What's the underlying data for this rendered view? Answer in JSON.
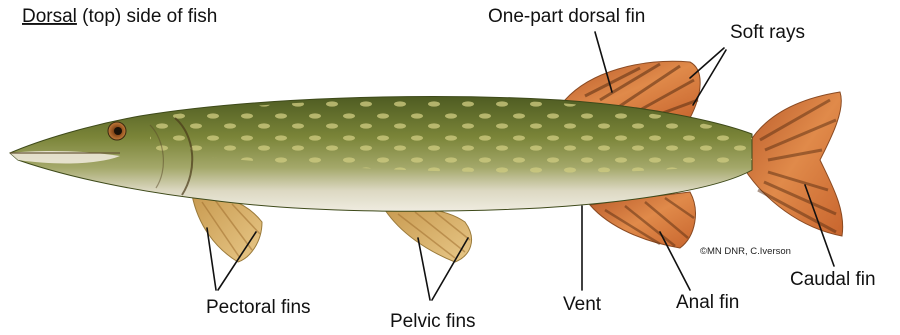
{
  "title": {
    "underlined": "Dorsal",
    "rest": " (top) side of fish"
  },
  "labels": {
    "dorsal_fin": "One-part dorsal fin",
    "soft_rays": "Soft rays",
    "caudal_fin": "Caudal fin",
    "anal_fin": "Anal fin",
    "vent": "Vent",
    "pelvic_fins": "Pelvic fins",
    "pectoral_fins": "Pectoral fins"
  },
  "credit": "©MN DNR, C.Iverson",
  "colors": {
    "body_top": "#5a6a2a",
    "body_mid": "#7f8a3c",
    "belly": "#e6e2d2",
    "spots": "#c9c77a",
    "fin_orange": "#d9763a",
    "fin_dark": "#6a3a1c",
    "pectoral": "#d8b070"
  }
}
